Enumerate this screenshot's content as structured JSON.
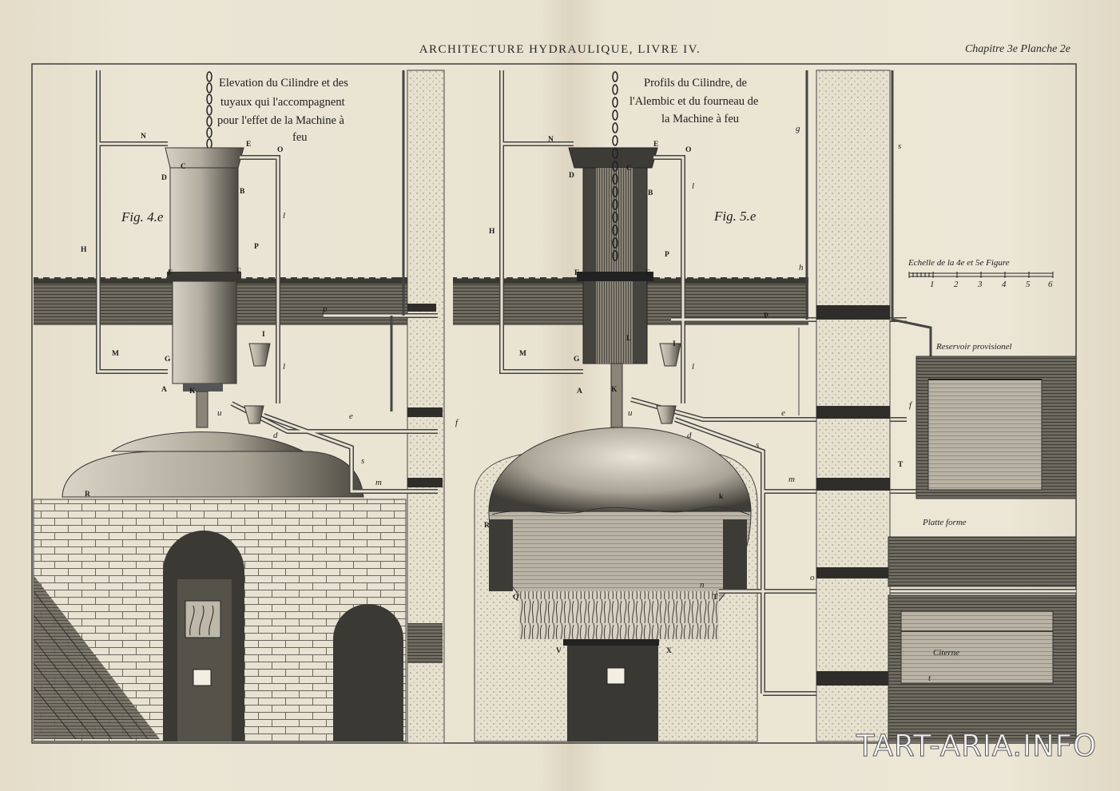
{
  "header": {
    "title": "ARCHITECTURE HYDRAULIQUE, LIVRE IV.",
    "chapter": "Chapitre 3e Planche 2e"
  },
  "figures": {
    "fig4": {
      "label": "Fig. 4.e",
      "caption": [
        "Elevation du Cilindre et des",
        "tuyaux qui l'accompagnent",
        "pour l'effet de la Machine à",
        "feu"
      ]
    },
    "fig5": {
      "label": "Fig. 5.e",
      "caption": [
        "Profils du Cilindre, de",
        "l'Alembic et du fourneau de",
        "la Machine à feu"
      ]
    }
  },
  "scale": {
    "title": "Echelle de la 4e et 5e Figure",
    "ticks": [
      "1",
      "2",
      "3",
      "4",
      "5",
      "6"
    ]
  },
  "annotations": {
    "reservoir": "Reservoir provisionel",
    "platform": "Platte forme",
    "cistern": "Citerne"
  },
  "letters4": {
    "N": "N",
    "E": "E",
    "O": "O",
    "C": "C",
    "D": "D",
    "B": "B",
    "H": "H",
    "P": "P",
    "l": "l",
    "F": "F",
    "p": "p",
    "M": "M",
    "G": "G",
    "I": "I",
    "A": "A",
    "K": "K",
    "u": "u",
    "e": "e",
    "f": "f",
    "d": "d",
    "s": "s",
    "m": "m",
    "R": "R"
  },
  "letters5": {
    "N": "N",
    "E": "E",
    "O": "O",
    "C": "C",
    "D": "D",
    "B": "B",
    "H": "H",
    "P": "P",
    "l": "l",
    "F": "F",
    "L": "L",
    "M": "M",
    "G": "G",
    "I": "I",
    "A": "A",
    "K": "K",
    "u": "u",
    "e": "e",
    "f": "f",
    "d": "d",
    "s": "s",
    "m": "m",
    "R": "R",
    "Q": "Q",
    "T": "T",
    "V": "V",
    "X": "X",
    "k": "k",
    "n": "n",
    "o": "o",
    "g": "g",
    "h": "h",
    "Tc": "T",
    "t": "t",
    "P2": "P"
  },
  "watermark": "TART-ARIA.INFO"
}
